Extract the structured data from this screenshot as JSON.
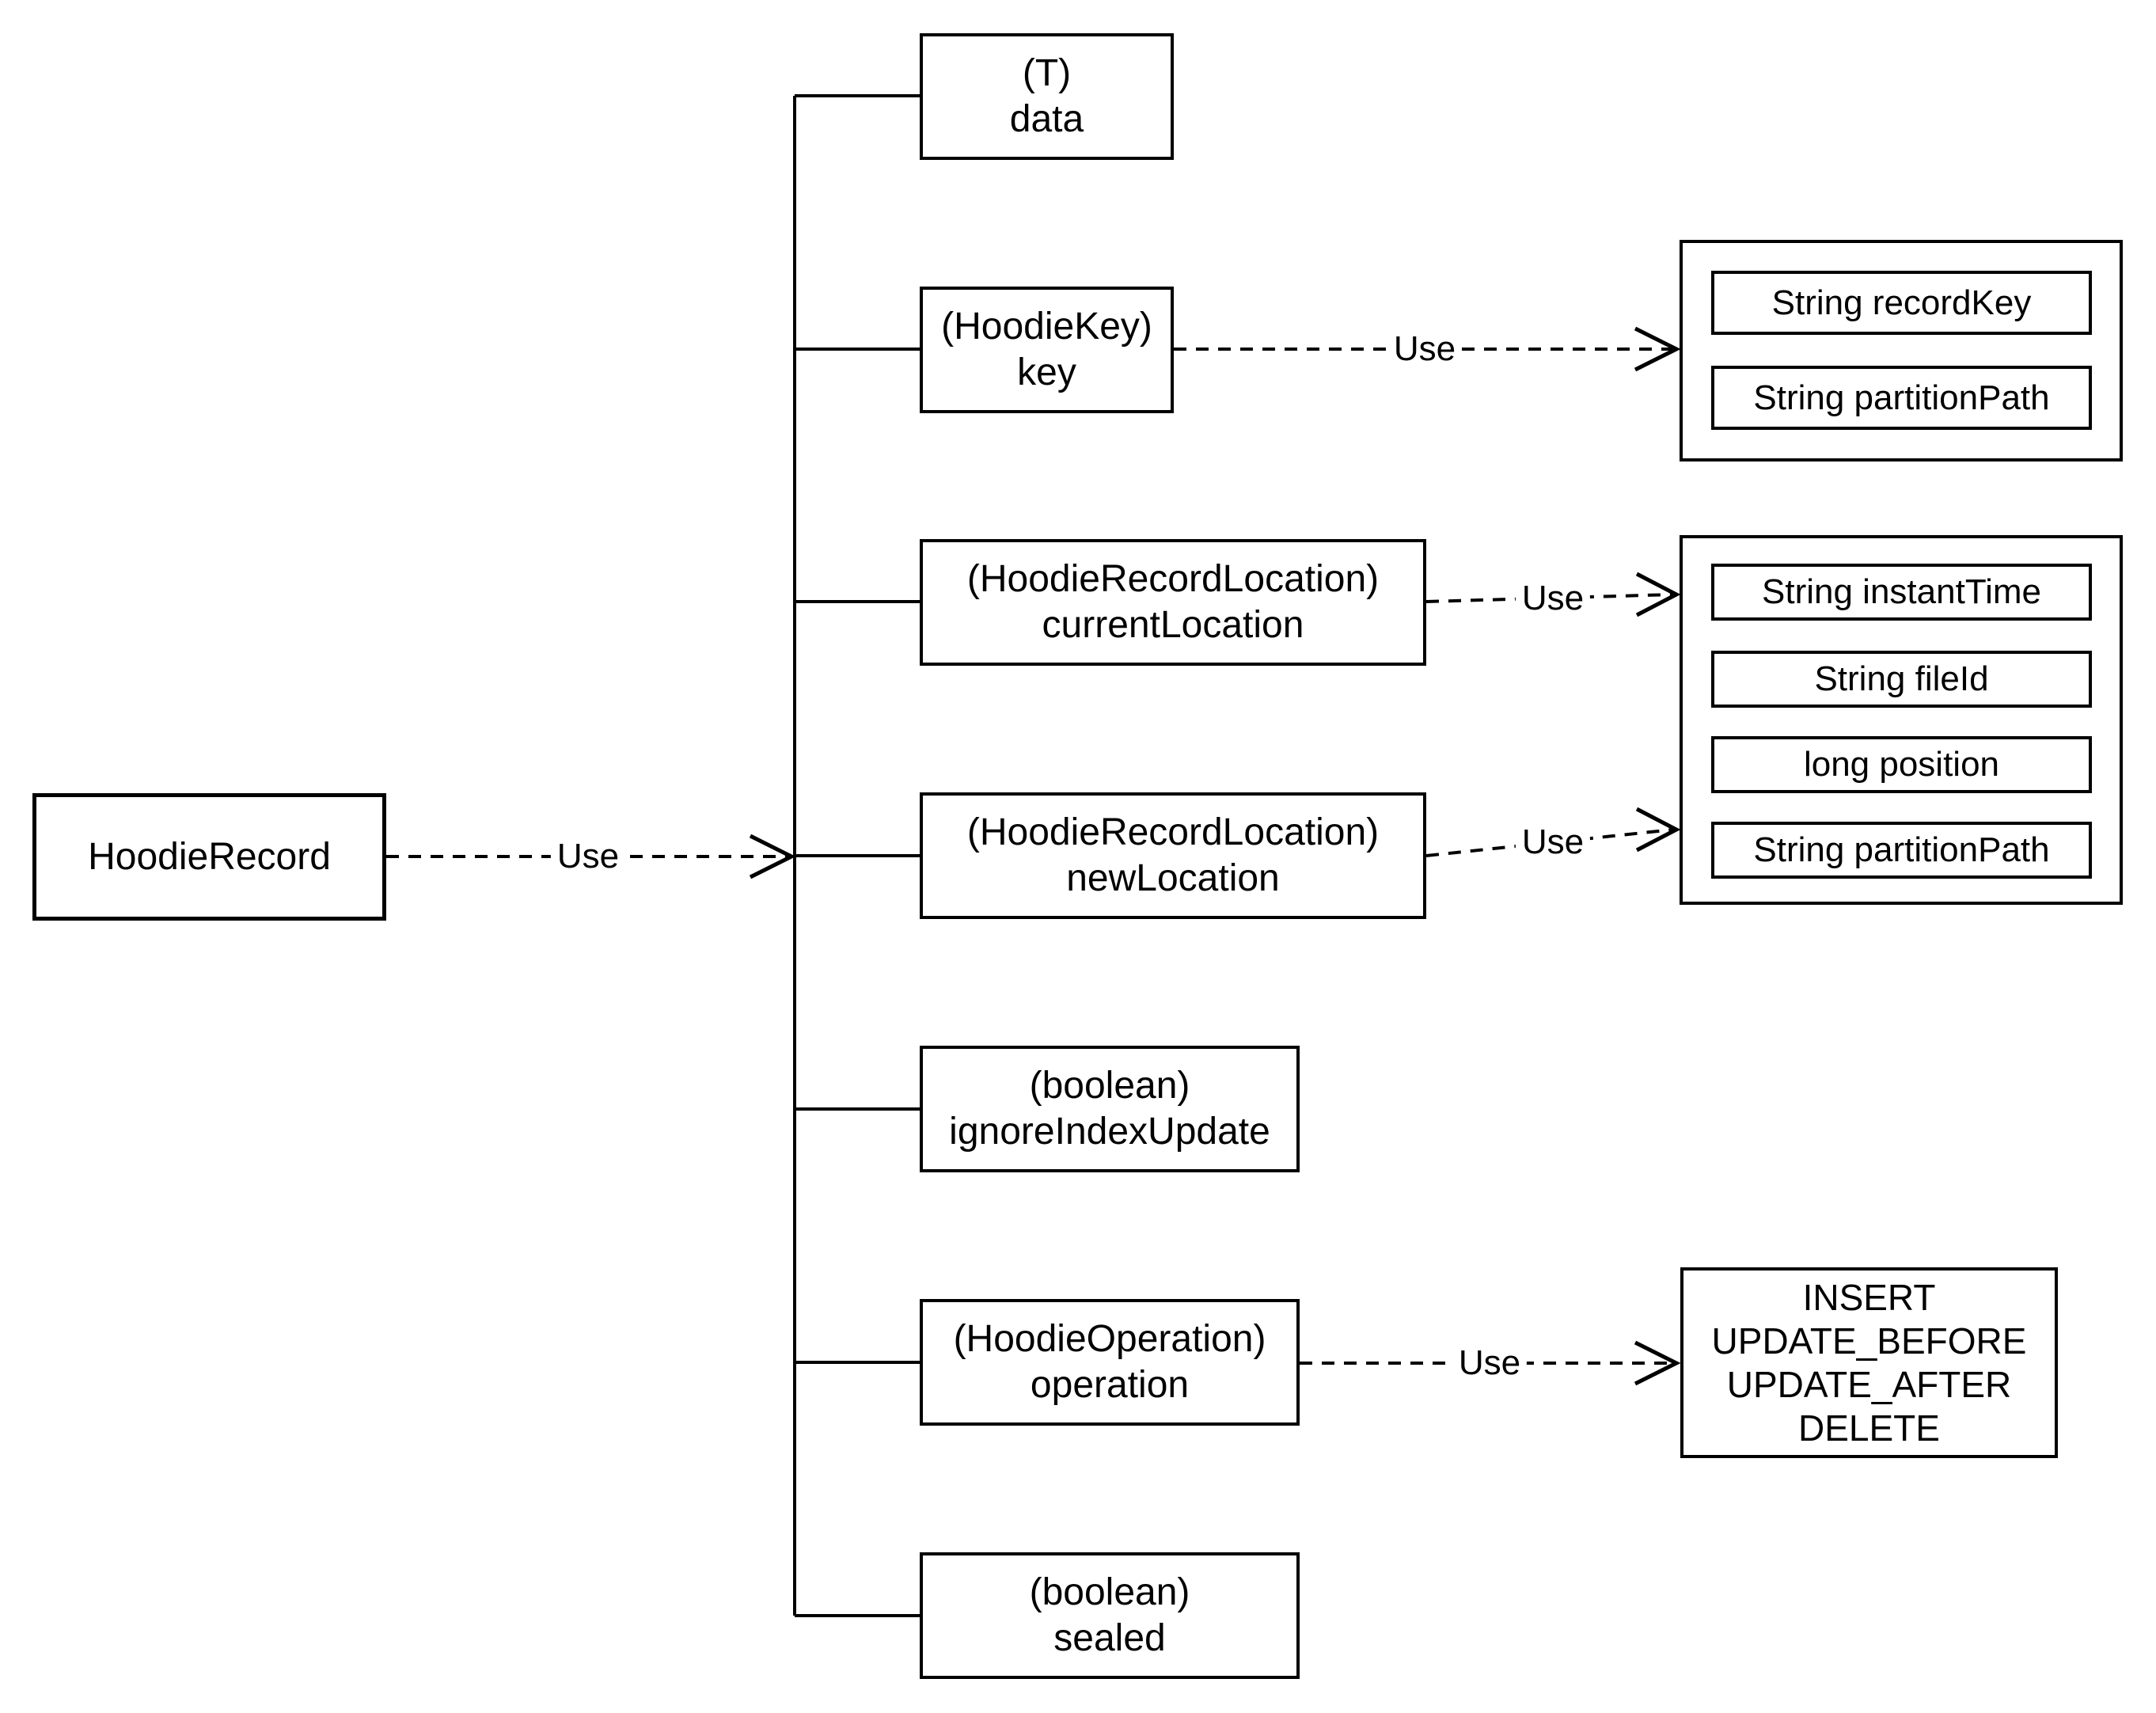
{
  "diagram": {
    "root": {
      "label": "HoodieRecord"
    },
    "edge_label": "Use",
    "fields": [
      {
        "type": "(T)",
        "name": "data"
      },
      {
        "type": "(HoodieKey)",
        "name": "key"
      },
      {
        "type": "(HoodieRecordLocation)",
        "name": "currentLocation"
      },
      {
        "type": "(HoodieRecordLocation)",
        "name": "newLocation"
      },
      {
        "type": "(boolean)",
        "name": "ignoreIndexUpdate"
      },
      {
        "type": "(HoodieOperation)",
        "name": "operation"
      },
      {
        "type": "(boolean)",
        "name": "sealed"
      }
    ],
    "hoodie_key": {
      "members": [
        "String recordKey",
        "String partitionPath"
      ]
    },
    "hoodie_record_location": {
      "members": [
        "String instantTime",
        "String fileId",
        "long position",
        "String partitionPath"
      ]
    },
    "hoodie_operation": {
      "values": [
        "INSERT",
        "UPDATE_BEFORE",
        "UPDATE_AFTER",
        "DELETE"
      ]
    },
    "colors": {
      "stroke": "#000000",
      "fill": "#ffffff",
      "text": "#000000"
    }
  }
}
